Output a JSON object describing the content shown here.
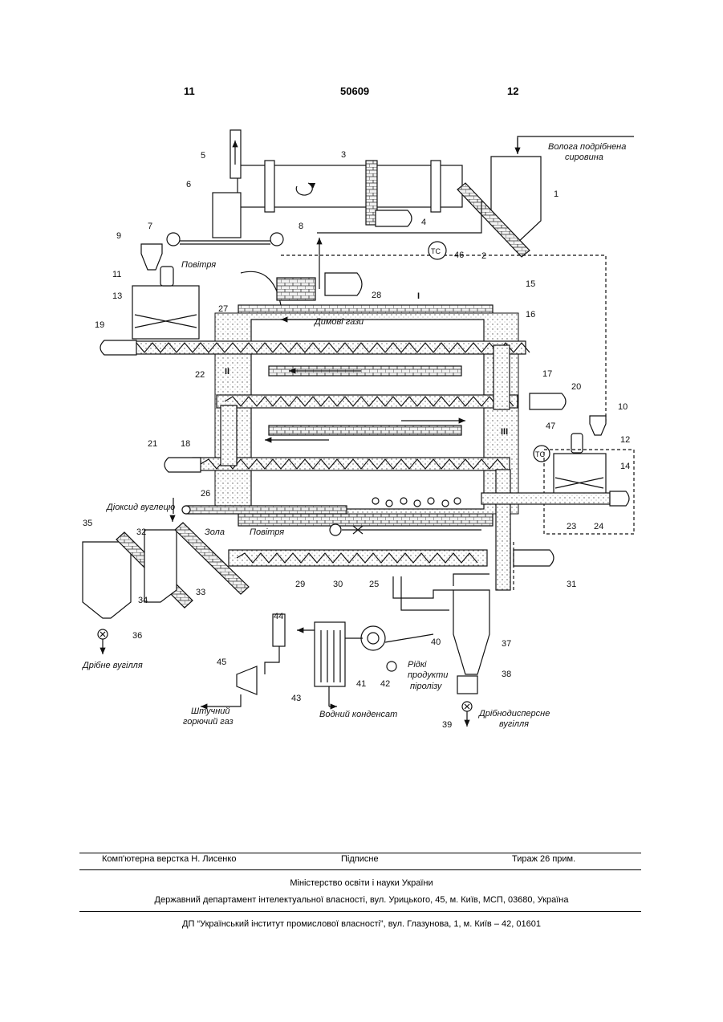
{
  "header": {
    "left_page": "11",
    "patent_number": "50609",
    "right_page": "12"
  },
  "figure": {
    "numbers": [
      "1",
      "2",
      "3",
      "4",
      "5",
      "6",
      "7",
      "8",
      "9",
      "10",
      "11",
      "12",
      "13",
      "14",
      "15",
      "16",
      "17",
      "18",
      "19",
      "20",
      "21",
      "22",
      "23",
      "24",
      "25",
      "26",
      "27",
      "28",
      "29",
      "30",
      "31",
      "32",
      "33",
      "34",
      "35",
      "36",
      "37",
      "38",
      "39",
      "40",
      "41",
      "42",
      "43",
      "44",
      "45",
      "46",
      "47"
    ],
    "roman": [
      "I",
      "II",
      "III"
    ],
    "text": {
      "feed_line1": "Волога подрібнена",
      "feed_line2": "сировина",
      "air_top": "Повітря",
      "flue_gases": "Димові гази",
      "co2": "Діоксид вуглецю",
      "ash": "Зола",
      "air_bottom": "Повітря",
      "fine_coal": "Дрібне вугілля",
      "liquid_line1": "Рідкі",
      "liquid_line2": "продукти",
      "liquid_line3": "піролізу",
      "dispersed_line1": "Дрібнодисперсне",
      "dispersed_line2": "вугілля",
      "gas_line1": "Штучний",
      "gas_line2": "горючий газ",
      "condensate": "Водний конденсат",
      "tc": "TC"
    }
  },
  "footer": {
    "typesetting": "Комп'ютерна верстка Н. Лисенко",
    "signed": "Підписне",
    "circulation": "Тираж 26 прим.",
    "ministry": "Міністерство освіти і науки України",
    "department": "Державний департамент інтелектуальної власності, вул. Урицького, 45, м. Київ, МСП, 03680, Україна",
    "institute": "ДП “Український інститут промислової власності”, вул. Глазунова, 1, м. Київ – 42, 01601"
  }
}
